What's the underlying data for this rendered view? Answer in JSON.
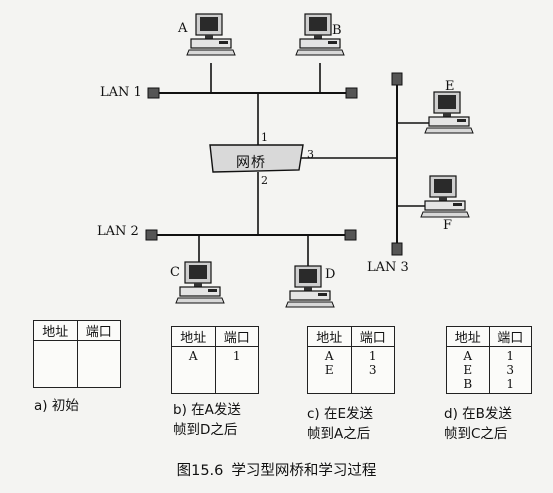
{
  "nodes": {
    "A": "A",
    "B": "B",
    "C": "C",
    "D": "D",
    "E": "E",
    "F": "F"
  },
  "lans": {
    "lan1": "LAN 1",
    "lan2": "LAN 2",
    "lan3": "LAN 3"
  },
  "bridge": {
    "label": "网桥",
    "port1": "1",
    "port2": "2",
    "port3": "3"
  },
  "tables": [
    {
      "col_addr": "地址",
      "col_port": "端口",
      "addresses": [],
      "ports": [],
      "caption_line1": "a) 初始",
      "caption_line2": ""
    },
    {
      "col_addr": "地址",
      "col_port": "端口",
      "addresses": [
        "A"
      ],
      "ports": [
        "1"
      ],
      "caption_line1": "b) 在A发送",
      "caption_line2": "帧到D之后"
    },
    {
      "col_addr": "地址",
      "col_port": "端口",
      "addresses": [
        "A",
        "E"
      ],
      "ports": [
        "1",
        "3"
      ],
      "caption_line1": "c) 在E发送",
      "caption_line2": "帧到A之后"
    },
    {
      "col_addr": "地址",
      "col_port": "端口",
      "addresses": [
        "A",
        "E",
        "B"
      ],
      "ports": [
        "1",
        "3",
        "1"
      ],
      "caption_line1": "d) 在B发送",
      "caption_line2": "帧到C之后"
    }
  ],
  "figure": {
    "number": "图15.6",
    "title": "学习型网桥和学习过程"
  }
}
